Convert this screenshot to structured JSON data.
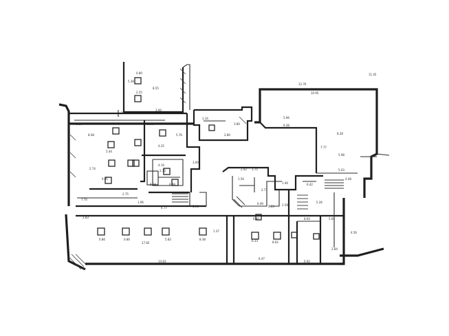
{
  "labels": {
    "top_room_h": "5.36",
    "top_room_a": "2.55",
    "top_room_b": "0.80",
    "top_room_c": "8.55",
    "top_room_d": "2.55",
    "top_room_e": "3.00",
    "l_top": "8.50",
    "l_a": "3.00",
    "l_b": "8.08",
    "l_c": "5.44",
    "l_d": "4.25",
    "l_e": "5.76",
    "l_f": "4.19",
    "l_g": "3.00",
    "l_h": "9.01",
    "l_i": "2.75",
    "l_j": "2.74",
    "l_k": "7.70",
    "l_l": "2.13",
    "l_m": "8.88",
    "l_n": "1.96",
    "l_o": "4.77",
    "l_p": "1.90",
    "l_q": "8.38",
    "mid_a": "1.34",
    "mid_b": "2.80",
    "mid_c": "3.80",
    "right_top": "12.76",
    "right_a": "10.95",
    "right_b": "5.96",
    "right_c": "9.38",
    "right_d": "5.98",
    "right_e": "5.03",
    "right_f": "4.48",
    "right_g": "7.77",
    "right_h": "8.28",
    "c_a": "2.92",
    "c_b": "3.75",
    "c_c": "1.56",
    "c_d": "2.77",
    "c_e": "6.49",
    "c_f": "2.63",
    "c_g": "1.59",
    "c_h": "6.42",
    "c_i": "1.46",
    "c_j": "8.64",
    "c_k": "5.26",
    "bot_a": "2.83",
    "bot_b": "0.86",
    "bot_c": "17.82",
    "bot_d": "14.63",
    "bot_e": "6.40",
    "bot_f": "6.33",
    "bot_g": "6.47",
    "bot_h": "0.92",
    "bot_i": "2.84",
    "bot_j": "5.82",
    "bot_k": "8.38",
    "bot_l": "0.86",
    "bot_m": "1.37",
    "bot_n": "8.62",
    "far_a": "5.64",
    "far_b": "4.56",
    "corner": "11.45"
  }
}
